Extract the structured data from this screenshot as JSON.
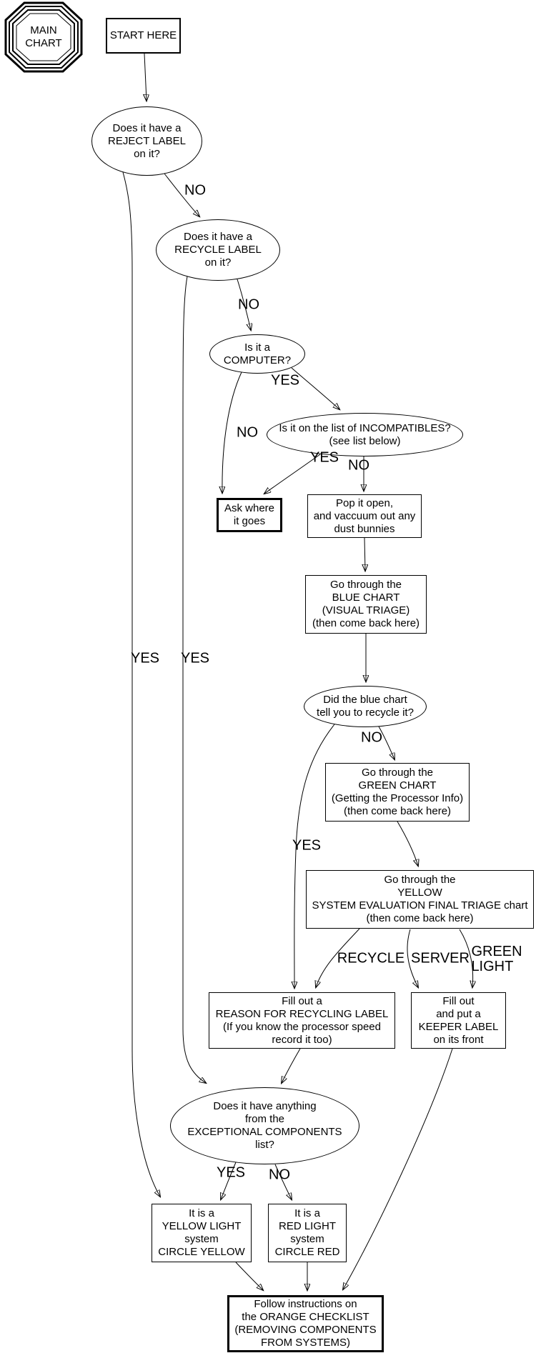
{
  "title": "MAIN CHART flowchart",
  "colors": {
    "background": "#ffffff",
    "stroke": "#000000",
    "text": "#000000"
  },
  "nodes": {
    "main_chart": {
      "label": "MAIN\nCHART"
    },
    "start": {
      "label": "START HERE"
    },
    "reject_q": {
      "label": "Does it have a\nREJECT LABEL\non it?"
    },
    "recycle_q": {
      "label": "Does it have a\nRECYCLE LABEL\non it?"
    },
    "computer_q": {
      "label": "Is it a\nCOMPUTER?"
    },
    "incompatibles_q": {
      "label": "Is it on the list of INCOMPATIBLES?\n(see list below)"
    },
    "ask": {
      "label": "Ask where\nit goes"
    },
    "pop": {
      "label": "Pop it open,\nand vaccuum out any\ndust bunnies"
    },
    "blue": {
      "label": "Go through the\nBLUE CHART\n(VISUAL TRIAGE)\n(then come back here)"
    },
    "blue_q": {
      "label": "Did the blue chart\ntell you to recycle it?"
    },
    "green": {
      "label": "Go through the\nGREEN CHART\n(Getting the Processor Info)\n(then come back here)"
    },
    "yellow": {
      "label": "Go through the\nYELLOW\nSYSTEM EVALUATION FINAL TRIAGE chart\n(then come back here)"
    },
    "reason": {
      "label": "Fill out a\nREASON FOR RECYCLING LABEL\n(If you know the processor speed\nrecord it too)"
    },
    "keeper": {
      "label": "Fill out\nand put a\nKEEPER LABEL\non its front"
    },
    "exceptional_q": {
      "label": "Does it have anything\nfrom the\nEXCEPTIONAL COMPONENTS\nlist?"
    },
    "yellow_light": {
      "label": "It is a\nYELLOW LIGHT\nsystem\nCIRCLE YELLOW"
    },
    "red_light": {
      "label": "It is a\nRED LIGHT\nsystem\nCIRCLE RED"
    },
    "orange": {
      "label": "Follow instructions on\nthe ORANGE CHECKLIST\n(REMOVING COMPONENTS\nFROM SYSTEMS)"
    }
  },
  "edge_labels": {
    "reject_no": "NO",
    "reject_yes": "YES",
    "recycle_no": "NO",
    "recycle_yes": "YES",
    "computer_yes": "YES",
    "computer_no": "NO",
    "incompatibles_yes": "YES",
    "incompatibles_no": "NO",
    "blue_no": "NO",
    "blue_yes": "YES",
    "triage_recycle": "RECYCLE",
    "triage_server": "SERVER",
    "triage_green_light": "GREEN\nLIGHT",
    "exceptional_yes": "YES",
    "exceptional_no": "NO"
  }
}
